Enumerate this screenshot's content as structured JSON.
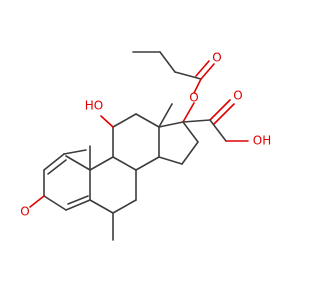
{
  "molecule": {
    "atom_labels": {
      "hydroxyl_11": "HO",
      "ketone_3": "O",
      "ester_ether": "O",
      "ester_carbonyl": "O",
      "ketone_20": "O",
      "hydroxyl_21": "OH"
    },
    "colors": {
      "bond": "#3c3c3c",
      "oxygen": "#e00000",
      "background": "#ffffff"
    }
  }
}
